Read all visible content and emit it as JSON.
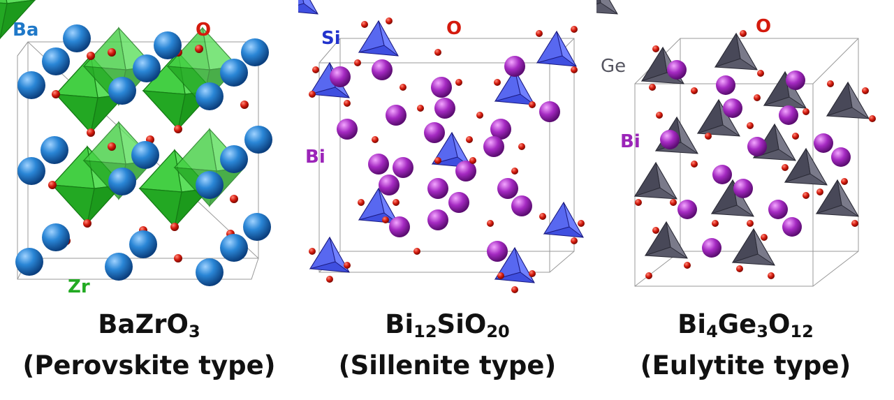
{
  "colors": {
    "ba": "#1f78c8",
    "o": "#d41a0d",
    "zr": "#22aa22",
    "si": "#2233cc",
    "bi": "#9b24b8",
    "ge": "#505060"
  },
  "panels": [
    {
      "labels": {
        "ba": "Ba",
        "o": "O",
        "zr": "Zr"
      },
      "formula": [
        {
          "t": "BaZrO"
        },
        {
          "s": "3"
        }
      ],
      "type_label": "(Perovskite type)"
    },
    {
      "labels": {
        "si": "Si",
        "o": "O",
        "bi": "Bi"
      },
      "formula": [
        {
          "t": "Bi"
        },
        {
          "s": "12"
        },
        {
          "t": "SiO"
        },
        {
          "s": "20"
        }
      ],
      "type_label": "(Sillenite type)"
    },
    {
      "labels": {
        "ge": "Ge",
        "o": "O",
        "bi": "Bi"
      },
      "formula": [
        {
          "t": "Bi"
        },
        {
          "s": "4"
        },
        {
          "t": "Ge"
        },
        {
          "s": "3"
        },
        {
          "t": "O"
        },
        {
          "s": "12"
        }
      ],
      "type_label": "(Eulytite type)"
    }
  ]
}
